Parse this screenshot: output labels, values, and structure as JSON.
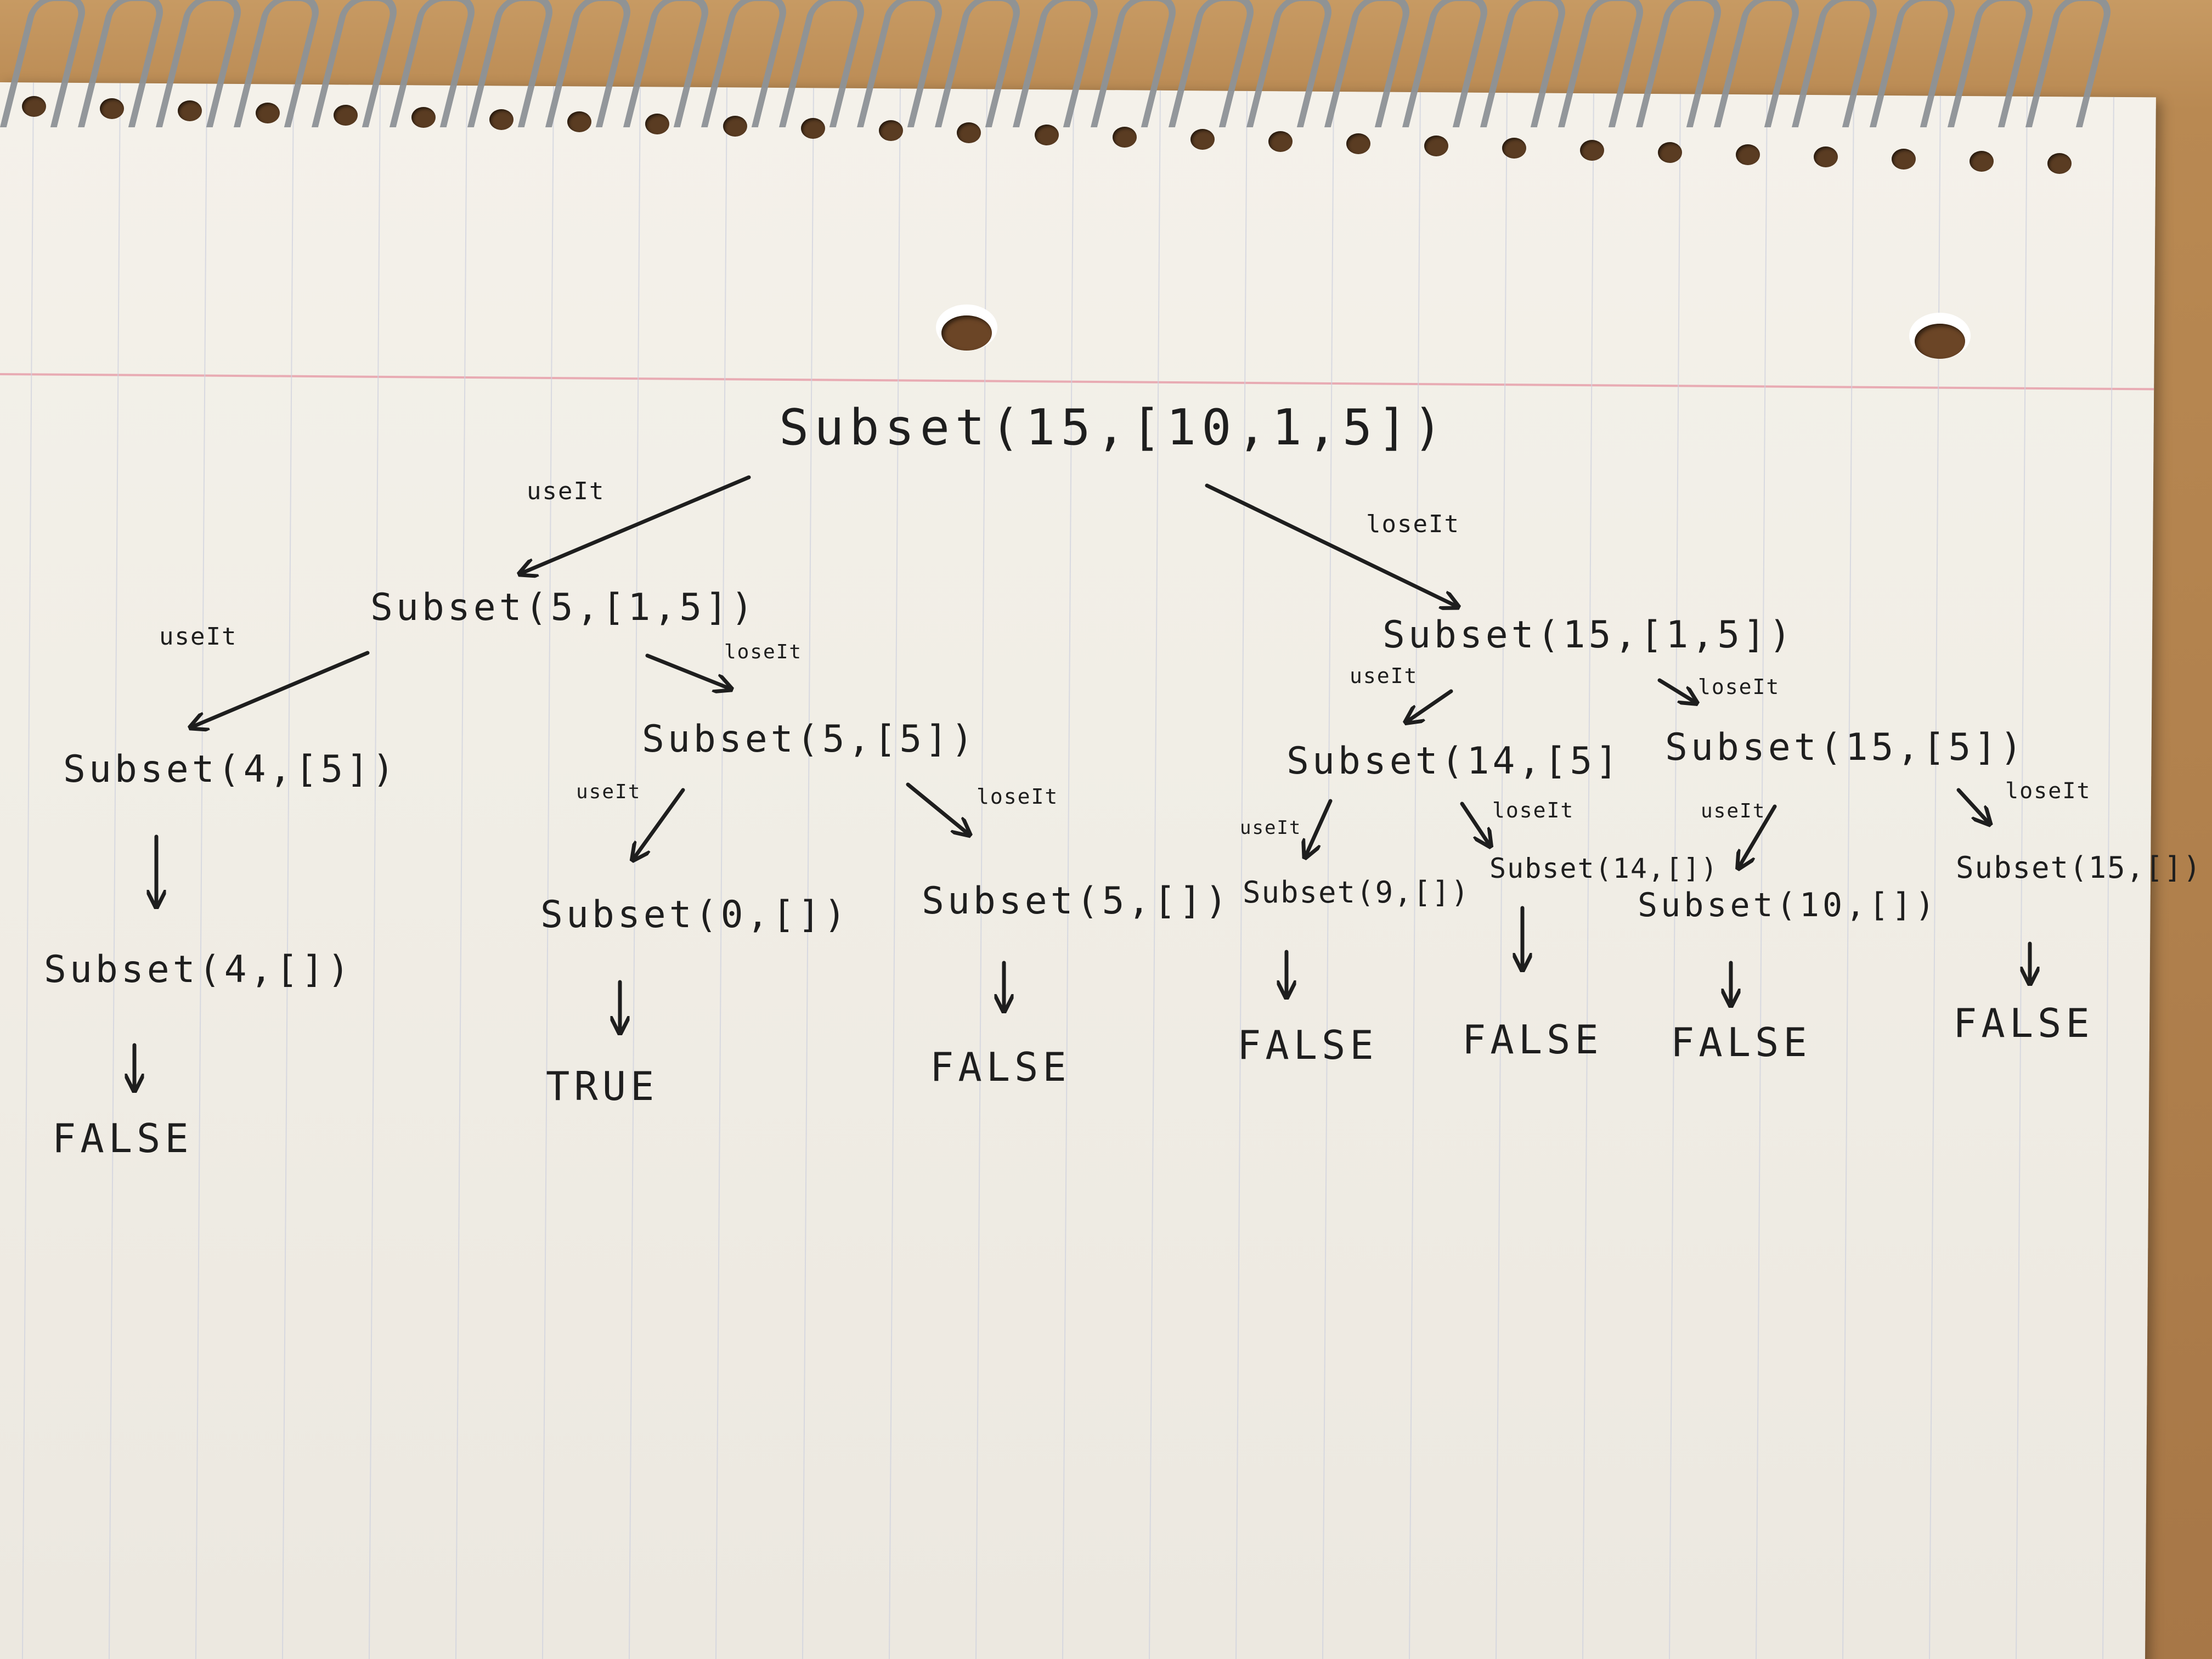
{
  "nodes": {
    "root": "Subset(15,[10,1,5])",
    "l": "Subset(5,[1,5])",
    "r": "Subset(15,[1,5])",
    "ll": "Subset(4,[5])",
    "lr": "Subset(5,[5])",
    "rl": "Subset(14,[5]",
    "rr": "Subset(15,[5])",
    "lll": "Subset(4,[])",
    "lrl": "Subset(0,[])",
    "lrr": "Subset(5,[])",
    "rll": "Subset(9,[])",
    "rlr": "Subset(14,[])",
    "rrl": "Subset(10,[])",
    "rrr": "Subset(15,[])"
  },
  "edge_labels": {
    "root_l": "useIt",
    "root_r": "loseIt",
    "l_ll": "useIt",
    "l_lr": "loseIt",
    "lr_lrl": "useIt",
    "lr_lrr": "loseIt",
    "r_rl": "useIt",
    "r_rr": "loseIt",
    "rl_rll": "useIt",
    "rl_rlr": "loseIt",
    "rr_rrl": "useIt",
    "rr_rrr": "loseIt"
  },
  "results": {
    "lll": "FALSE",
    "lrl": "TRUE",
    "lrr": "FALSE",
    "rll": "FALSE",
    "rlr": "FALSE",
    "rrl": "FALSE",
    "rrr": "FALSE"
  },
  "colors": {
    "ink": "#1e1e1e",
    "paper": "#f2efe8",
    "margin_line": "#e59aa5",
    "rule_line": "#cfd1dd"
  }
}
